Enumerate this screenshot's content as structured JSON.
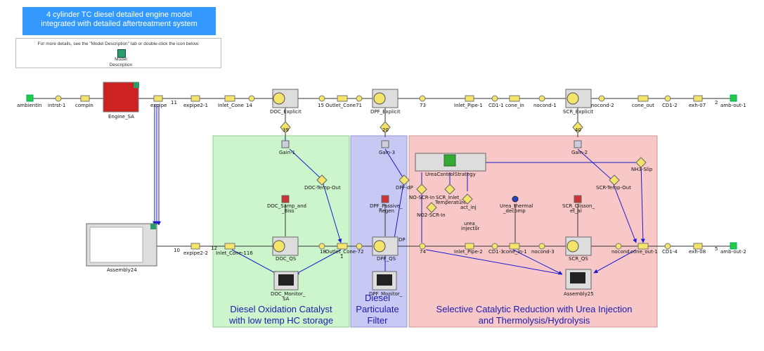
{
  "title": {
    "line1": "4 cylinder TC diesel detailed engine model",
    "line2": "integrated with detailed aftertreatment system"
  },
  "info": {
    "text": "For more details, see the \"Model  Description\" tab or double-click the icon below.",
    "icon_label_1": "Model",
    "icon_label_2": "Description"
  },
  "regions": {
    "doc": {
      "line1": "Diesel Oxidation Catalyst",
      "line2": "with low temp HC storage",
      "color": "#ccf5cc"
    },
    "dpf": {
      "line1": "Diesel",
      "line2": "Particulate",
      "line3": "Filter",
      "color": "#c8c8f5"
    },
    "scr": {
      "line1": "Selective Catalytic Reduction with Urea Injection",
      "line2": "and Thermolysis/Hydrolysis",
      "color": "#f8c8c8"
    }
  },
  "top_row": {
    "ambient": "ambientIn",
    "intrst": "intrst-1",
    "compin": "compin",
    "engine": "Engine_SA",
    "expipe": "expipe",
    "n11": "11",
    "expipe21": "expipe2-1",
    "inlet_cone": "Inlet_Cone",
    "n14": "14",
    "doc": "DOC_Explicit",
    "n15": "15",
    "outlet_cone": "Outlet_Cone71",
    "dpf": "DPF_Explicit",
    "n73": "73",
    "inlet_pipe": "Inlet_Pipe-1",
    "cd11": "CD1-1",
    "cone_in": "cone_in",
    "nocond1": "nocond-1",
    "scr": "SCR_Explicit",
    "nocond2": "nocond-2",
    "cone_out": "cone_out",
    "cd12": "CD1-2",
    "exh07": "exh-07",
    "n2": "2",
    "ambout1": "amb-out-1"
  },
  "bottom_row": {
    "assembly24": "Assembly24",
    "n10": "10",
    "expipe22": "expipe2-2",
    "n12": "12",
    "inlet_cone116": "Inlet_Cone-116",
    "doc_qs": "DOC_QS",
    "n18": "18",
    "outlet_cone72": "Outlet_Cone-72",
    "n1": "1",
    "dpf_qs": "DPF_QS",
    "dp": "DP",
    "n74": "74",
    "inlet_pipe2": "Inlet_Pipe-2",
    "cd13": "CD1-3",
    "cone_in1": "cone_in-1",
    "nocond3": "nocond-3",
    "scr_qs": "SCR_QS",
    "nocond": "nocond",
    "cone_out1": "cone_out-1",
    "cd14": "CD1-4",
    "exh08": "exh-08",
    "n5": "5",
    "ambout2": "amb-out-2"
  },
  "mid": {
    "gain1": "Gain-1",
    "gain3": "Gain-3",
    "gain2": "Gain-2",
    "doc_temp_out": "DOC-Temp-Out",
    "doc_samp": "DOC_Samp_and",
    "doc_samp2": "_Biss",
    "dpf_dp": "DPF-dP",
    "dpf_passive": "DPF_Passive_",
    "dpf_passive2": "Regen",
    "urea_ctrl": "UreaControlStrategy",
    "no_scr_in": "NO-SCR-In",
    "no2_scr_in": "NO2-SCR-In",
    "scr_inlet_t": "SCR_Inlet_",
    "scr_inlet_t2": "Temperature",
    "act_inj": "act_inj",
    "urea_inj": "urea_",
    "urea_inj2": "injector",
    "urea_thermal": "Urea_thermal",
    "urea_thermal2": "_decomp",
    "scr_clisson": "SCR_Clisson_",
    "scr_clisson2": "et_al",
    "scr_temp_out": "SCR-Temp-Out",
    "nh3_slip": "NH3-Slip",
    "doc_monitor": "DOC_Monitor_",
    "doc_monitor2": "SA",
    "dpf_monitor": "DPF_Monitor_",
    "assembly25": "Assembly25",
    "n39": "39",
    "n20": "20",
    "n40": "40"
  }
}
